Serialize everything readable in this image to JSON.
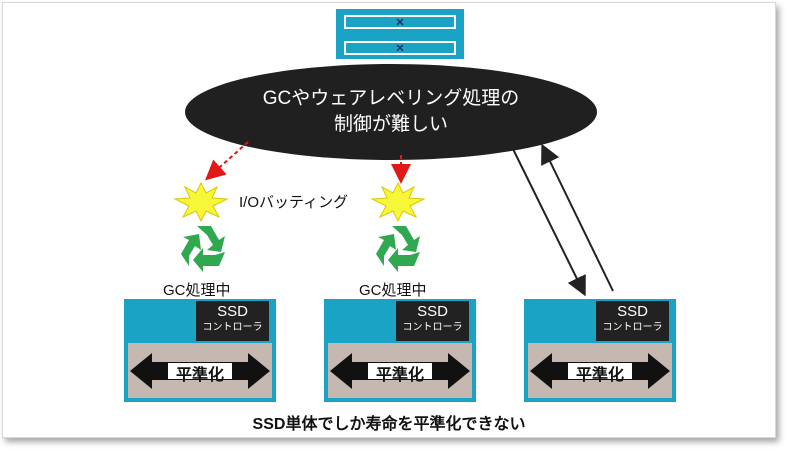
{
  "ellipse": {
    "line1": "GCやウェアレベリング処理の",
    "line2": "制御が難しい"
  },
  "io_label": "I/Oバッティング",
  "gc_label_left": "GC処理中",
  "gc_label_mid": "GC処理中",
  "ssd": [
    {
      "title": "SSD",
      "subtitle": "コントローラ",
      "leveling": "平準化"
    },
    {
      "title": "SSD",
      "subtitle": "コントローラ",
      "leveling": "平準化"
    },
    {
      "title": "SSD",
      "subtitle": "コントローラ",
      "leveling": "平準化"
    }
  ],
  "server_marks": [
    "×",
    "×"
  ],
  "caption": "SSD単体でしか寿命を平準化できない",
  "colors": {
    "ssd_body": "#1aa3c4",
    "controller": "#222222",
    "flash_area": "#c4b8b0",
    "ellipse": "#202020",
    "dashed_arrow": "#e01818",
    "burst": "#f7f73a",
    "recycle": "#2fa84f"
  },
  "icons": [
    "server-icon",
    "collision-burst-icon",
    "recycle-icon",
    "double-arrow-icon"
  ]
}
